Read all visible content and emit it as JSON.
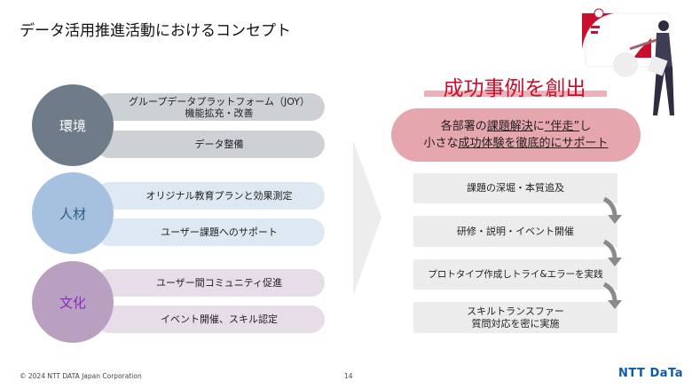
{
  "title": "データ活用推進活動におけるコンセプト",
  "pillars": [
    {
      "label": "環境",
      "color": "#6e7b88",
      "text_color": "#ffffff",
      "pill_color": "#cdd1d5",
      "items": [
        "グループデータプラットフォーム（JOY）\n機能拡充・改善",
        "データ整備"
      ]
    },
    {
      "label": "人材",
      "color": "#a5c1df",
      "text_color": "#2e5d8f",
      "pill_color": "#dde8f3",
      "items": [
        "オリジナル教育プランと効果測定",
        "ユーザー課題へのサポート"
      ]
    },
    {
      "label": "文化",
      "color": "#b9a0c0",
      "text_color": "#8a2bc4",
      "pill_color": "#e7dde8",
      "items": [
        "ユーザー間コミュニティ促進",
        "イベント開催、スキル認定"
      ]
    }
  ],
  "headline": "成功事例を創出",
  "bubble": {
    "l1a": "各部署の",
    "l1b": "課題解決",
    "l1c": "に",
    "l1d": "“伴走”",
    "l1e": "し",
    "l2a": "小さな",
    "l2b": "成功体験を徹底的",
    "l2c": "に",
    "l2d": "サポート"
  },
  "steps": [
    "課題の深堀・本質追及",
    "研修・説明・イベント開催",
    "プロトタイプ作成しトライ&エラーを実践",
    "スキルトランスファー\n質問対応を密に実施"
  ],
  "footer": {
    "copyright": "© 2024 NTT DATA Japan Corporation",
    "page": "14",
    "logo": "NTT DaTa"
  },
  "colors": {
    "accent": "#c8102e",
    "logo": "#0a5cab"
  }
}
